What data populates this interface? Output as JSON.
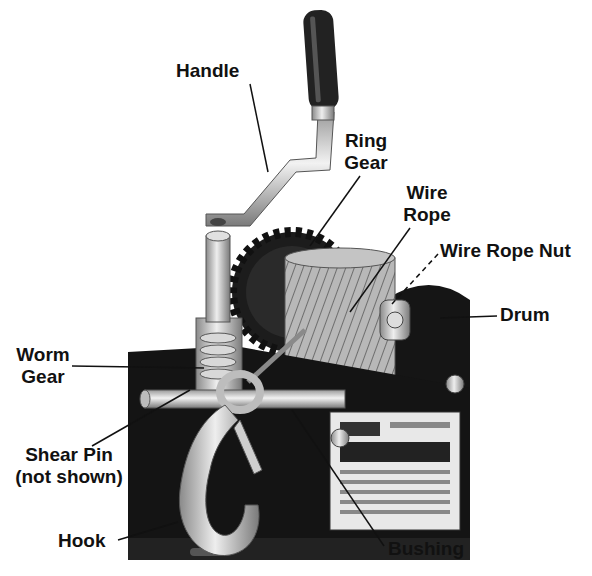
{
  "diagram": {
    "labels": [
      "Handle",
      "Ring Gear",
      "Wire Rope",
      "Wire Rope Nut",
      "Drum",
      "Worm Gear",
      "Shear Pin (not shown)",
      "Hook",
      "Bushing"
    ]
  }
}
